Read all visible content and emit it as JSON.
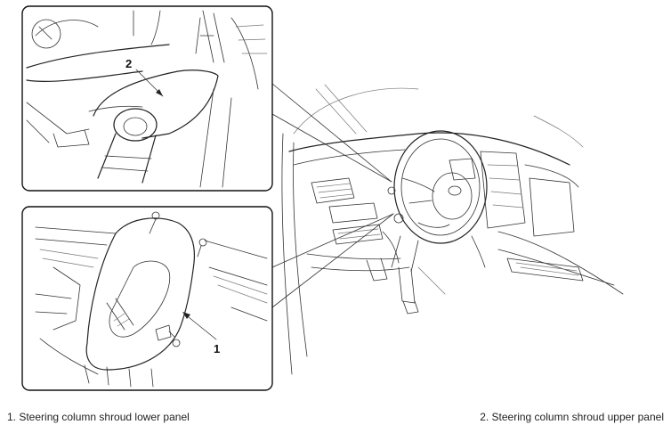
{
  "callouts": {
    "upper_panel_number": "2",
    "lower_panel_number": "1"
  },
  "captions": [
    "1. Steering column shroud lower panel",
    "2. Steering column shroud upper panel"
  ]
}
